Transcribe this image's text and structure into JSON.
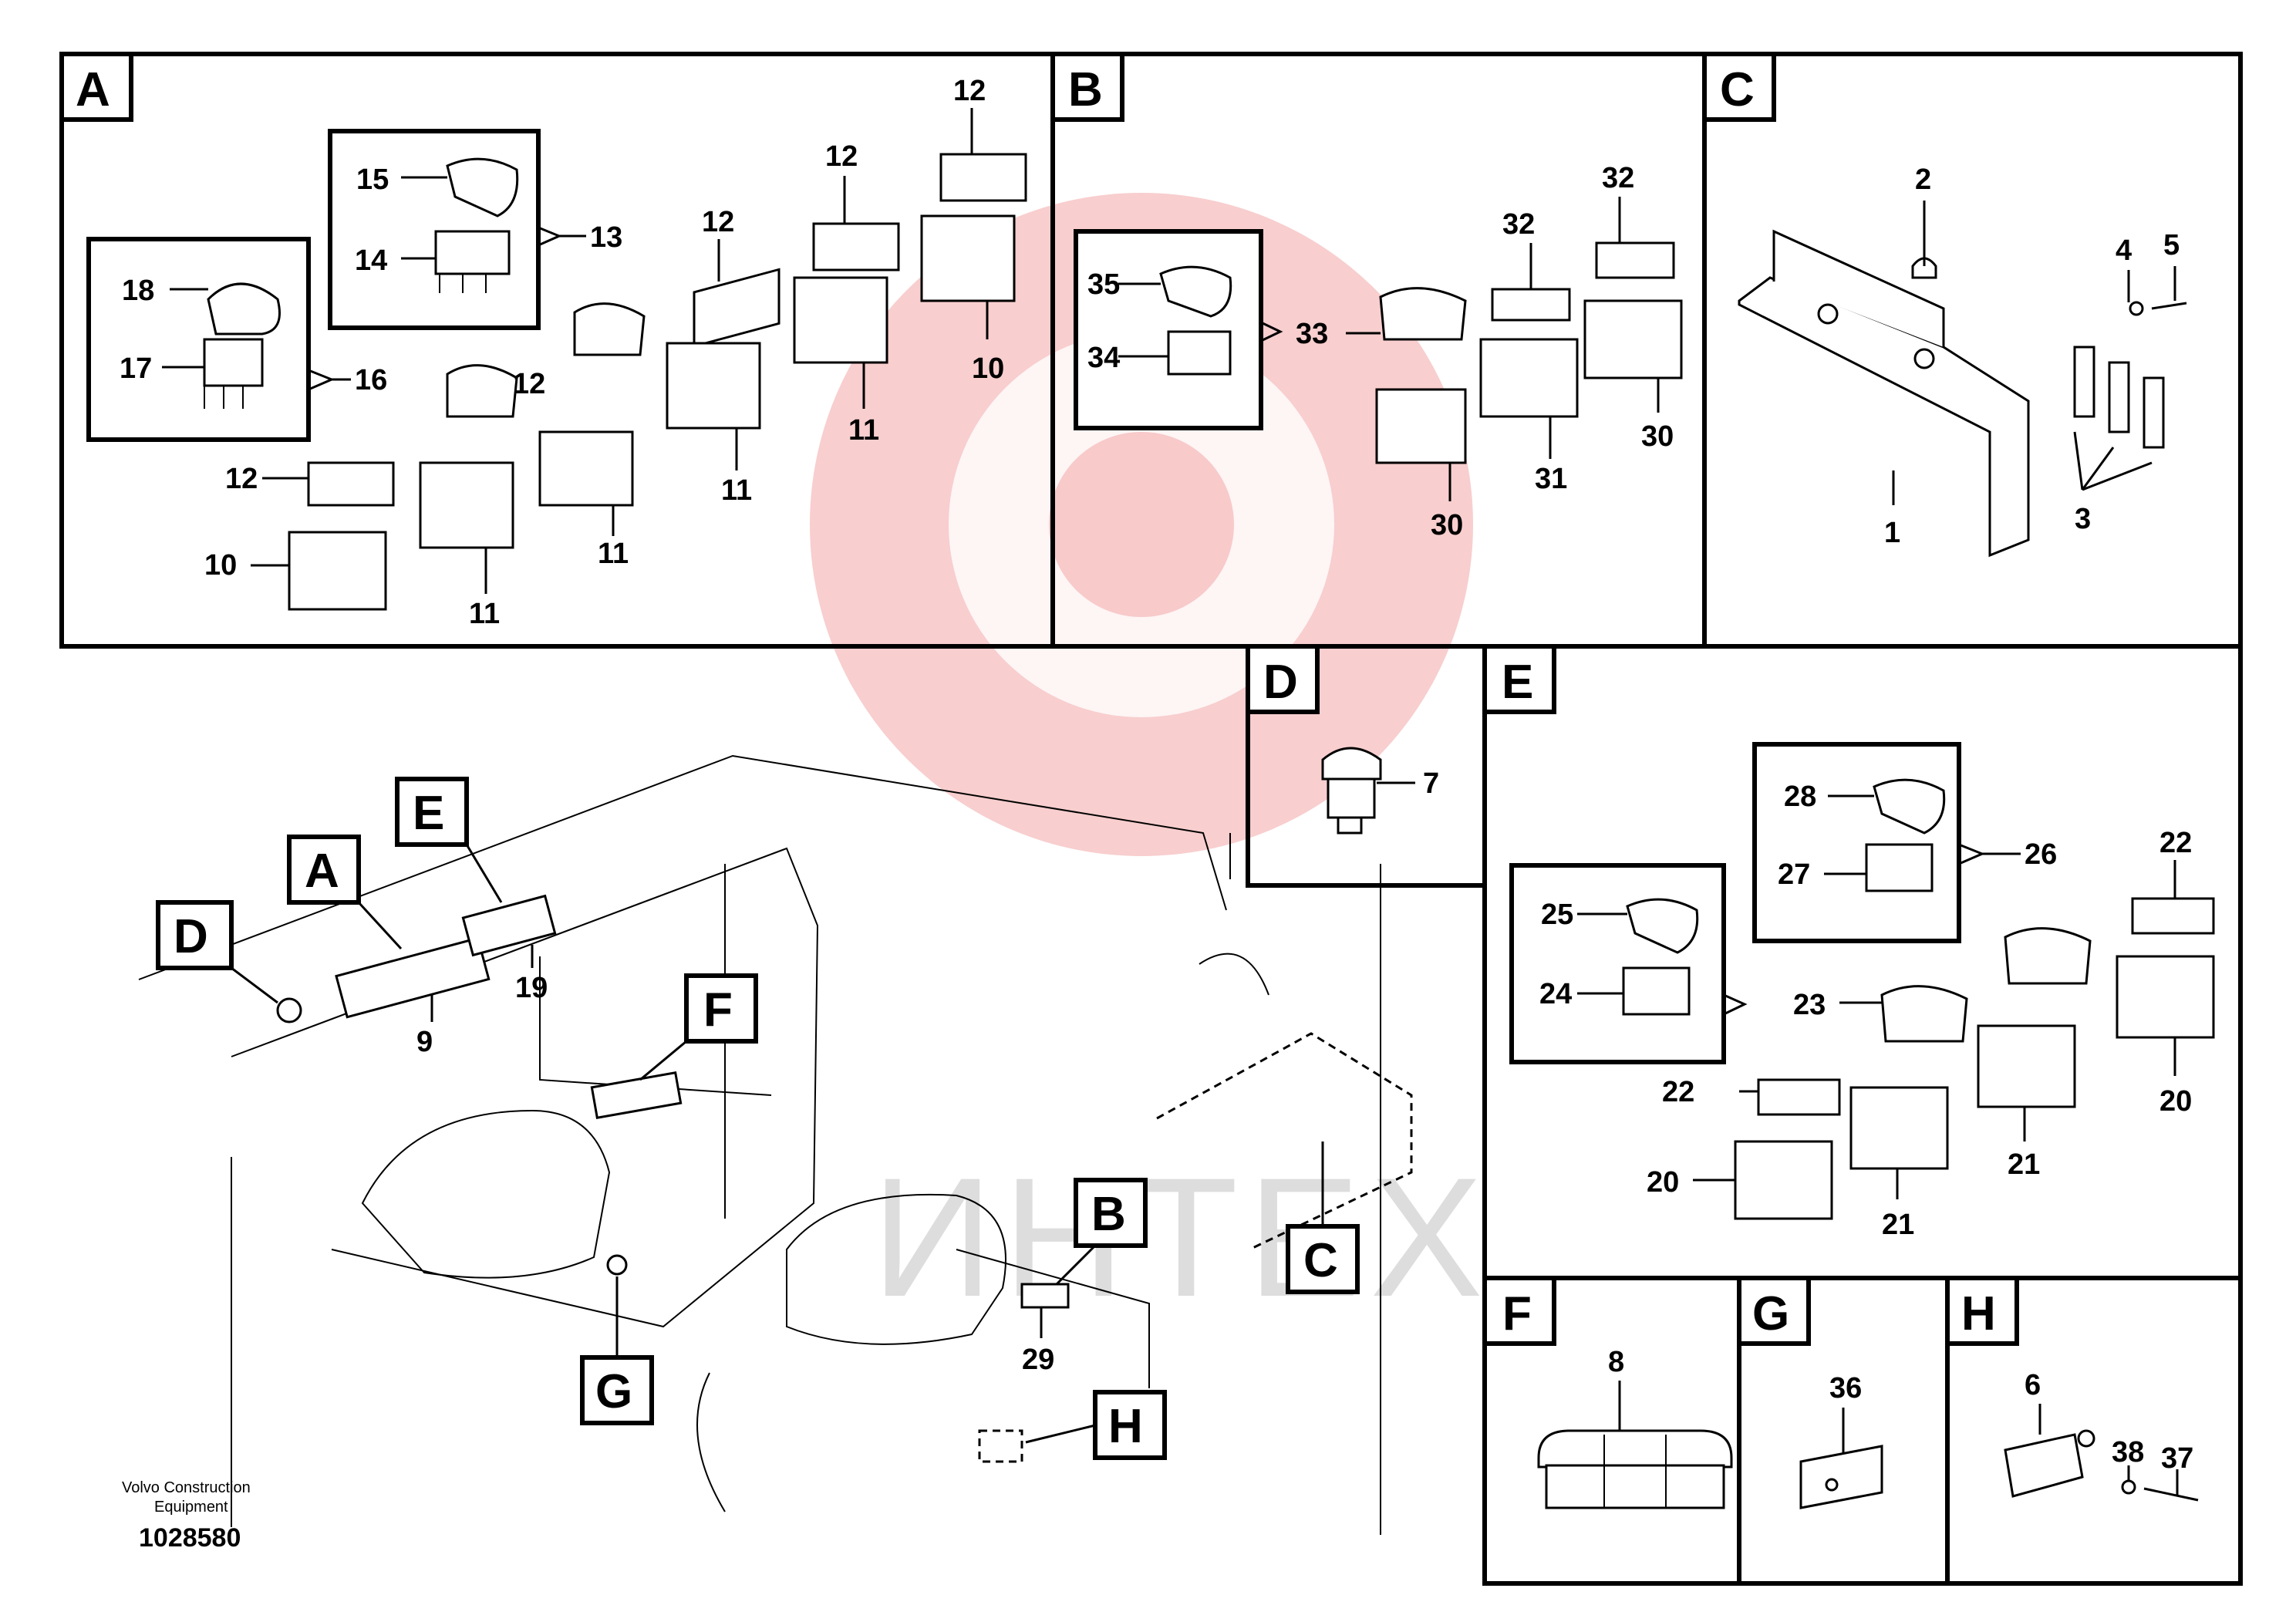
{
  "sections": [
    {
      "letter": "A"
    },
    {
      "letter": "B"
    },
    {
      "letter": "C"
    },
    {
      "letter": "D"
    },
    {
      "letter": "E"
    },
    {
      "letter": "F"
    },
    {
      "letter": "G"
    },
    {
      "letter": "H"
    }
  ],
  "callouts": {
    "A": [
      "18",
      "17",
      "16",
      "15",
      "14",
      "13",
      "12",
      "12",
      "12",
      "12",
      "12",
      "10",
      "10",
      "11",
      "11",
      "11",
      "11",
      "11"
    ],
    "B": [
      "35",
      "34",
      "33",
      "32",
      "32",
      "30",
      "31",
      "30"
    ],
    "C": [
      "2",
      "4",
      "5",
      "1",
      "3"
    ],
    "D": [
      "7"
    ],
    "E": [
      "28",
      "27",
      "26",
      "25",
      "24",
      "23",
      "22",
      "22",
      "20",
      "20",
      "21",
      "21"
    ],
    "F": [
      "8"
    ],
    "G": [
      "36"
    ],
    "H": [
      "6",
      "38",
      "37"
    ],
    "overview": [
      "9",
      "19",
      "29"
    ]
  },
  "footer": {
    "brand_line1": "Volvo Construction",
    "brand_line2": "Equipment",
    "drawing_number": "1028580"
  },
  "watermark_text": "ИНТЕХ",
  "colors": {
    "ink": "#000000",
    "watermark": "#f3a6a6"
  }
}
